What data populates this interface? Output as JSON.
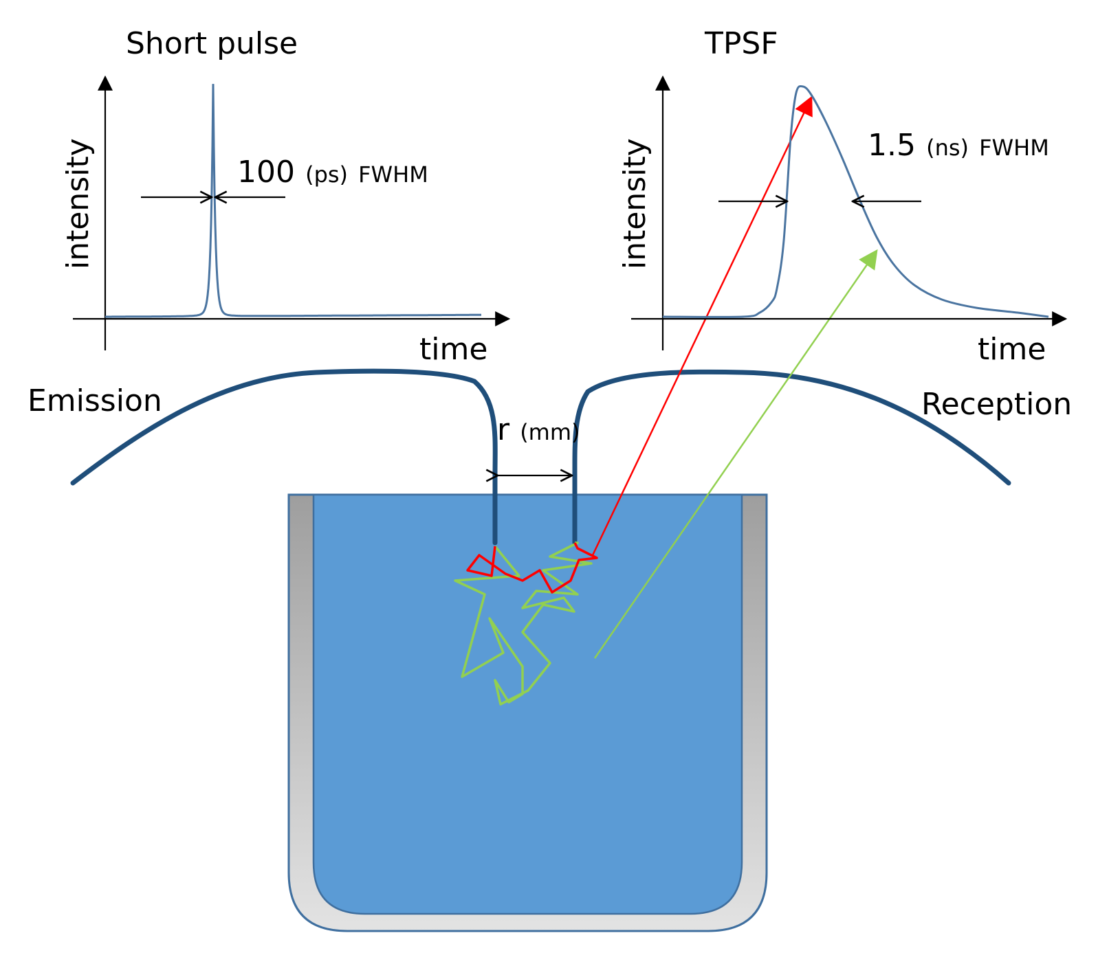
{
  "left_plot": {
    "title": "Short pulse",
    "ylabel": "intensity",
    "xlabel": "time",
    "fwhm_value": "100",
    "fwhm_unit": "(ps)",
    "fwhm_suffix": "FWHM"
  },
  "right_plot": {
    "title": "TPSF",
    "ylabel": "intensity",
    "xlabel": "time",
    "fwhm_value": "1.5",
    "fwhm_unit": "(ns)",
    "fwhm_suffix": "FWHM"
  },
  "fibers": {
    "emission_label": "Emission",
    "reception_label": "Reception",
    "separation_symbol": "r",
    "separation_unit": "(mm)"
  },
  "colors": {
    "curve": "#4a74a0",
    "fiber": "#1f4e7a",
    "medium": "#5b9bd5",
    "medium_border": "#3f6f9f",
    "container_gray": "#b5b5b5",
    "short_path": "#ff0000",
    "long_path": "#92d050",
    "axis": "#000000"
  }
}
